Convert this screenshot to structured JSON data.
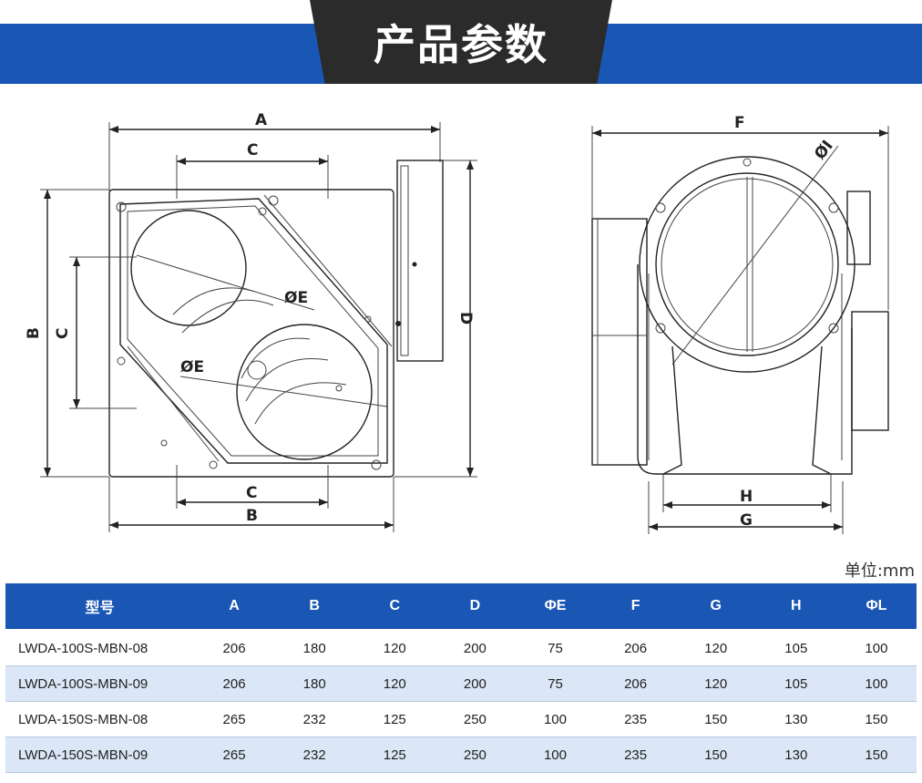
{
  "header": {
    "title": "产品参数"
  },
  "diagram_labels": {
    "A": "A",
    "B": "B",
    "C": "C",
    "D": "D",
    "E": "ØE",
    "F": "F",
    "G": "G",
    "H": "H",
    "I": "ØI"
  },
  "unit_note": "单位:mm",
  "table": {
    "headers": [
      "型号",
      "A",
      "B",
      "C",
      "D",
      "ΦE",
      "F",
      "G",
      "H",
      "ΦL"
    ],
    "rows": [
      [
        "LWDA-100S-MBN-08",
        "206",
        "180",
        "120",
        "200",
        "75",
        "206",
        "120",
        "105",
        "100"
      ],
      [
        "LWDA-100S-MBN-09",
        "206",
        "180",
        "120",
        "200",
        "75",
        "206",
        "120",
        "105",
        "100"
      ],
      [
        "LWDA-150S-MBN-08",
        "265",
        "232",
        "125",
        "250",
        "100",
        "235",
        "150",
        "130",
        "150"
      ],
      [
        "LWDA-150S-MBN-09",
        "265",
        "232",
        "125",
        "250",
        "100",
        "235",
        "150",
        "130",
        "150"
      ]
    ]
  }
}
